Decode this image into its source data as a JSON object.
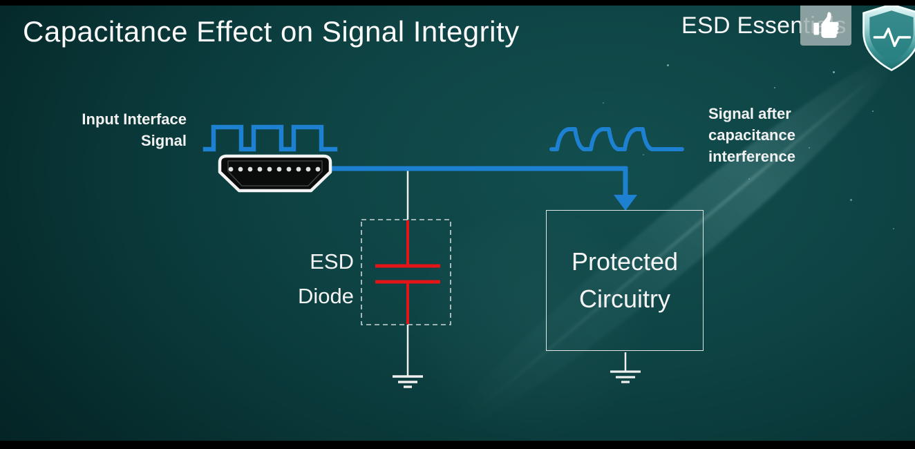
{
  "slide": {
    "title": "Capacitance Effect on Signal Integrity",
    "brand": "ESD Essentials"
  },
  "labels": {
    "input_line1": "Input Interface",
    "input_line2": "Signal",
    "output_line1": "Signal after",
    "output_line2": "capacitance",
    "output_line3": "interference",
    "esd_line1": "ESD",
    "esd_line2": "Diode",
    "protected_line1": "Protected",
    "protected_line2": "Circuitry"
  },
  "colors": {
    "signal_blue": "#1e80d1",
    "diode_red": "#e41417",
    "wire_white": "#f0f0f0",
    "box_border_white": "#e4e8e8",
    "background_center": "#134e4f",
    "background_edge": "#042021",
    "shield_teal": "#2a8182"
  }
}
